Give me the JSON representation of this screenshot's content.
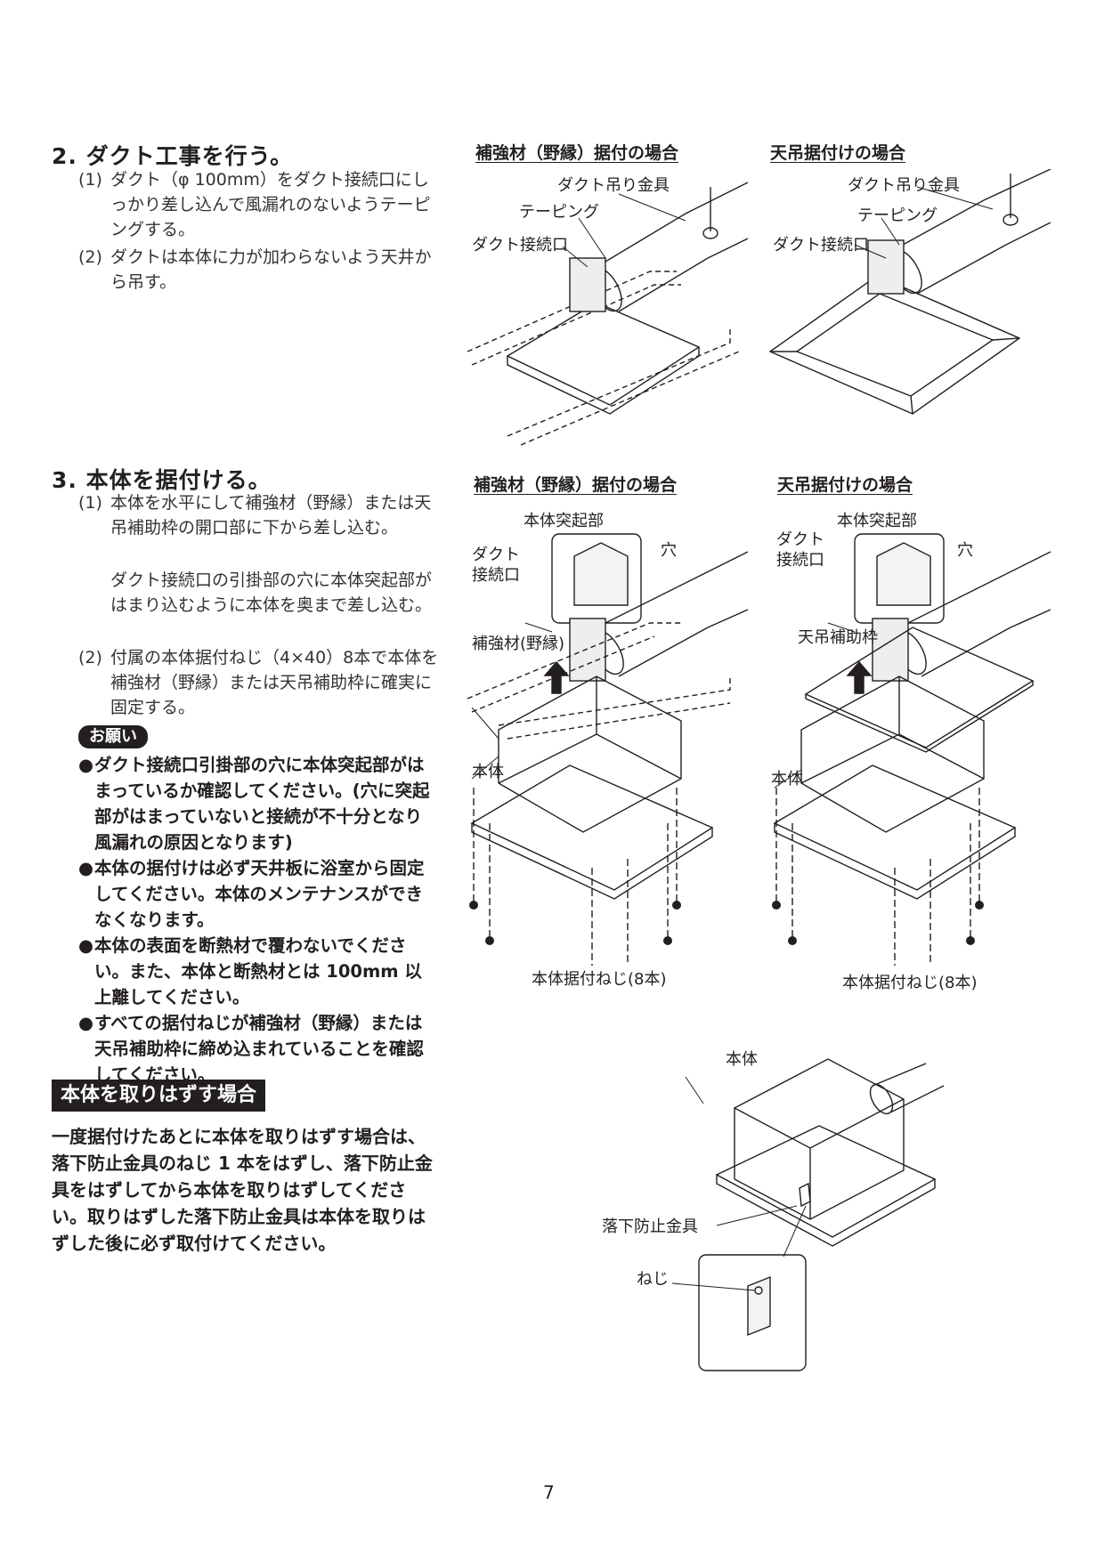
{
  "section2": {
    "title": "2. ダクト工事を行う。",
    "steps": [
      {
        "num": "(1)",
        "text": "ダクト（φ 100mm）をダクト接続口にしっかり差し込んで風漏れのないようテーピングする。"
      },
      {
        "num": "(2)",
        "text": "ダクトは本体に力が加わらないよう天井から吊す。"
      }
    ]
  },
  "section3": {
    "title": "3. 本体を据付ける。",
    "steps": [
      {
        "num": "(1)",
        "text": "本体を水平にして補強材（野縁）または天吊補助枠の開口部に下から差し込む。",
        "text2": "ダクト接続口の引掛部の穴に本体突起部がはまり込むように本体を奥まで差し込む。"
      },
      {
        "num": "(2)",
        "text": "付属の本体据付ねじ（4×40）8本で本体を補強材（野縁）または天吊補助枠に確実に固定する。"
      }
    ]
  },
  "request": {
    "badge": "お願い",
    "notes": [
      "ダクト接続口引掛部の穴に本体突起部がはまっているか確認してください。(穴に突起部がはまっていないと接続が不十分となり風漏れの原因となります)",
      "本体の据付けは必ず天井板に浴室から固定してください。本体のメンテナンスができなくなります。",
      "本体の表面を断熱材で覆わないでください。また、本体と断熱材とは 100mm 以上離してください。",
      "すべての据付ねじが補強材（野縁）または天吊補助枠に締め込まれていることを確認してください。"
    ]
  },
  "removal": {
    "title": "本体を取りはずす場合",
    "text": "一度据付けたあとに本体を取りはずす場合は、落下防止金具のねじ 1 本をはずし、落下防止金具をはずしてから本体を取りはずしてください。取りはずした落下防止金具は本体を取りはずした後に必ず取付けてください。"
  },
  "figures": {
    "fig1": {
      "caption": "補強材（野縁）据付の場合",
      "hanger": "ダクト吊り金具",
      "taping": "テーピング",
      "port": "ダクト接続口"
    },
    "fig2": {
      "caption": "天吊据付けの場合",
      "hanger": "ダクト吊り金具",
      "taping": "テーピング",
      "port": "ダクト接続口"
    },
    "fig3": {
      "caption": "補強材（野縁）据付の場合",
      "protrusion": "本体突起部",
      "hole": "穴",
      "port_line1": "ダクト",
      "port_line2": "接続口",
      "beam": "補強材(野縁)",
      "body": "本体",
      "screws": "本体据付ねじ(8本)"
    },
    "fig4": {
      "caption": "天吊据付けの場合",
      "protrusion": "本体突起部",
      "hole": "穴",
      "port_line1": "ダクト",
      "port_line2": "接続口",
      "frame": "天吊補助枠",
      "body": "本体",
      "screws": "本体据付ねじ(8本)"
    },
    "fig5": {
      "body": "本体",
      "bracket": "落下防止金具",
      "screw": "ねじ"
    }
  },
  "page_number": "7"
}
